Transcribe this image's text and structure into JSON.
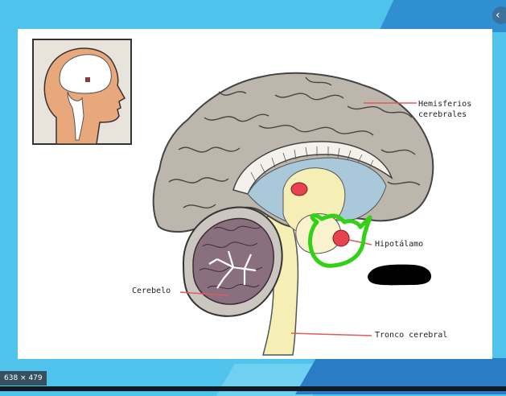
{
  "viewer": {
    "nav_icon": "chevron-left-icon",
    "nav_glyph": "‹",
    "size_badge": "638 × 479"
  },
  "diagram": {
    "labels": {
      "hemispheres_line1": "Hemisferios",
      "hemispheres_line2": "cerebrales",
      "hypothalamus": "Hipotálamo",
      "cerebellum": "Cerebelo",
      "brainstem": "Tronco cerebral"
    }
  },
  "colors": {
    "background": "#4fc3ec",
    "brain_tissue": "#bdb6ad",
    "cerebellum": "#8a6f7e",
    "ventricle": "#a9c8da",
    "brainstem": "#f5efb6",
    "highlight": "#31d115",
    "pointer_line": "#e05a5a",
    "hypothalamus": "#e8414f"
  }
}
